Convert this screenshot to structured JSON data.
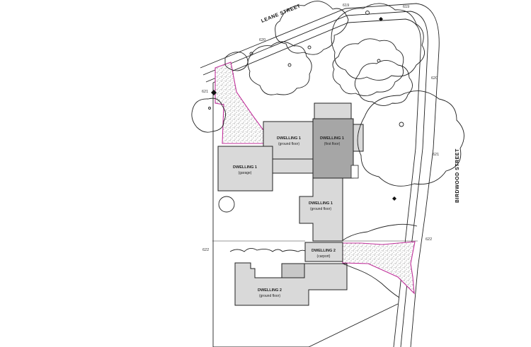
{
  "streets": {
    "north": "LEANE STREET",
    "east": "BIRDWOOD STREET"
  },
  "levels": {
    "l619a": "619",
    "l619b": "619",
    "l620a": "620",
    "l620b": "620",
    "l621a": "621",
    "l621b": "621",
    "l622a": "622",
    "l622b": "622"
  },
  "buildings": {
    "d1_ground_a": {
      "title": "DWELLING 1",
      "sub": "(ground floor)"
    },
    "d1_first": {
      "title": "DWELLING 1",
      "sub": "(first floor)"
    },
    "d1_garage": {
      "title": "DWELLING 1",
      "sub": "(garage)"
    },
    "d1_ground_b": {
      "title": "DWELLING 1",
      "sub": "(ground floor)"
    },
    "d2_carport": {
      "title": "DWELLING 2",
      "sub": "(carport)"
    },
    "d2_ground": {
      "title": "DWELLING 2",
      "sub": "(ground floor)"
    }
  },
  "colors": {
    "building_fill": "#d9d9d9",
    "first_floor_fill": "#a6a6a6",
    "outline": "#222222",
    "landscape_outline": "#c0309a",
    "stipple": "#555555"
  }
}
